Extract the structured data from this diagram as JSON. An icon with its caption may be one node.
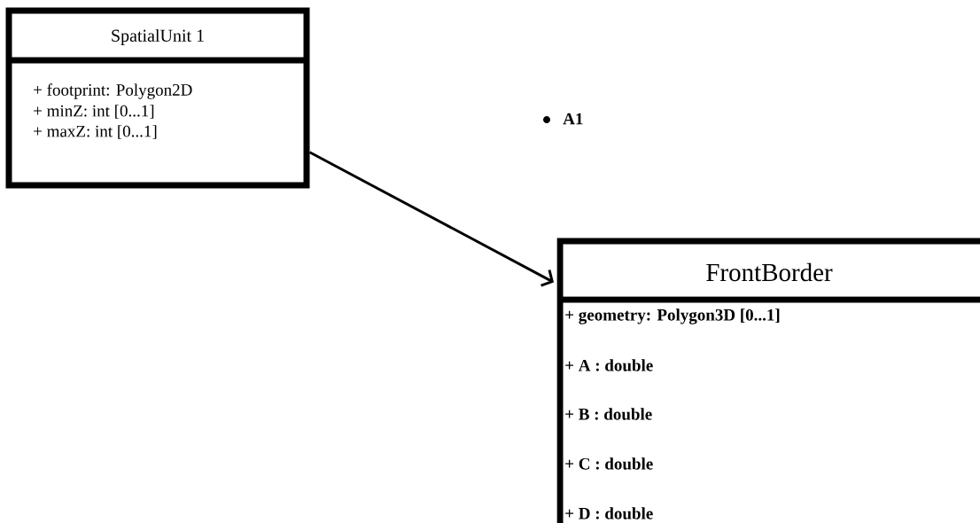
{
  "diagram": {
    "nodes": [
      {
        "text": [
          "SpatialUnit 1",
          "+ footprint: Polygon2D",
          "+ minZ: int [0...1]",
          "+ maxZ: int [0...1]"
        ]
      },
      {
        "text": [
          "FrontBorder",
          "+ geometry: Polygon3D [0...1]",
          "+ A : double",
          "+ B : double",
          "+ C : double",
          "+ D : double"
        ]
      }
    ],
    "edges": [
      {
        "from": 0,
        "to": 1,
        "arrow": "to"
      }
    ],
    "labels": [
      "A1"
    ]
  }
}
